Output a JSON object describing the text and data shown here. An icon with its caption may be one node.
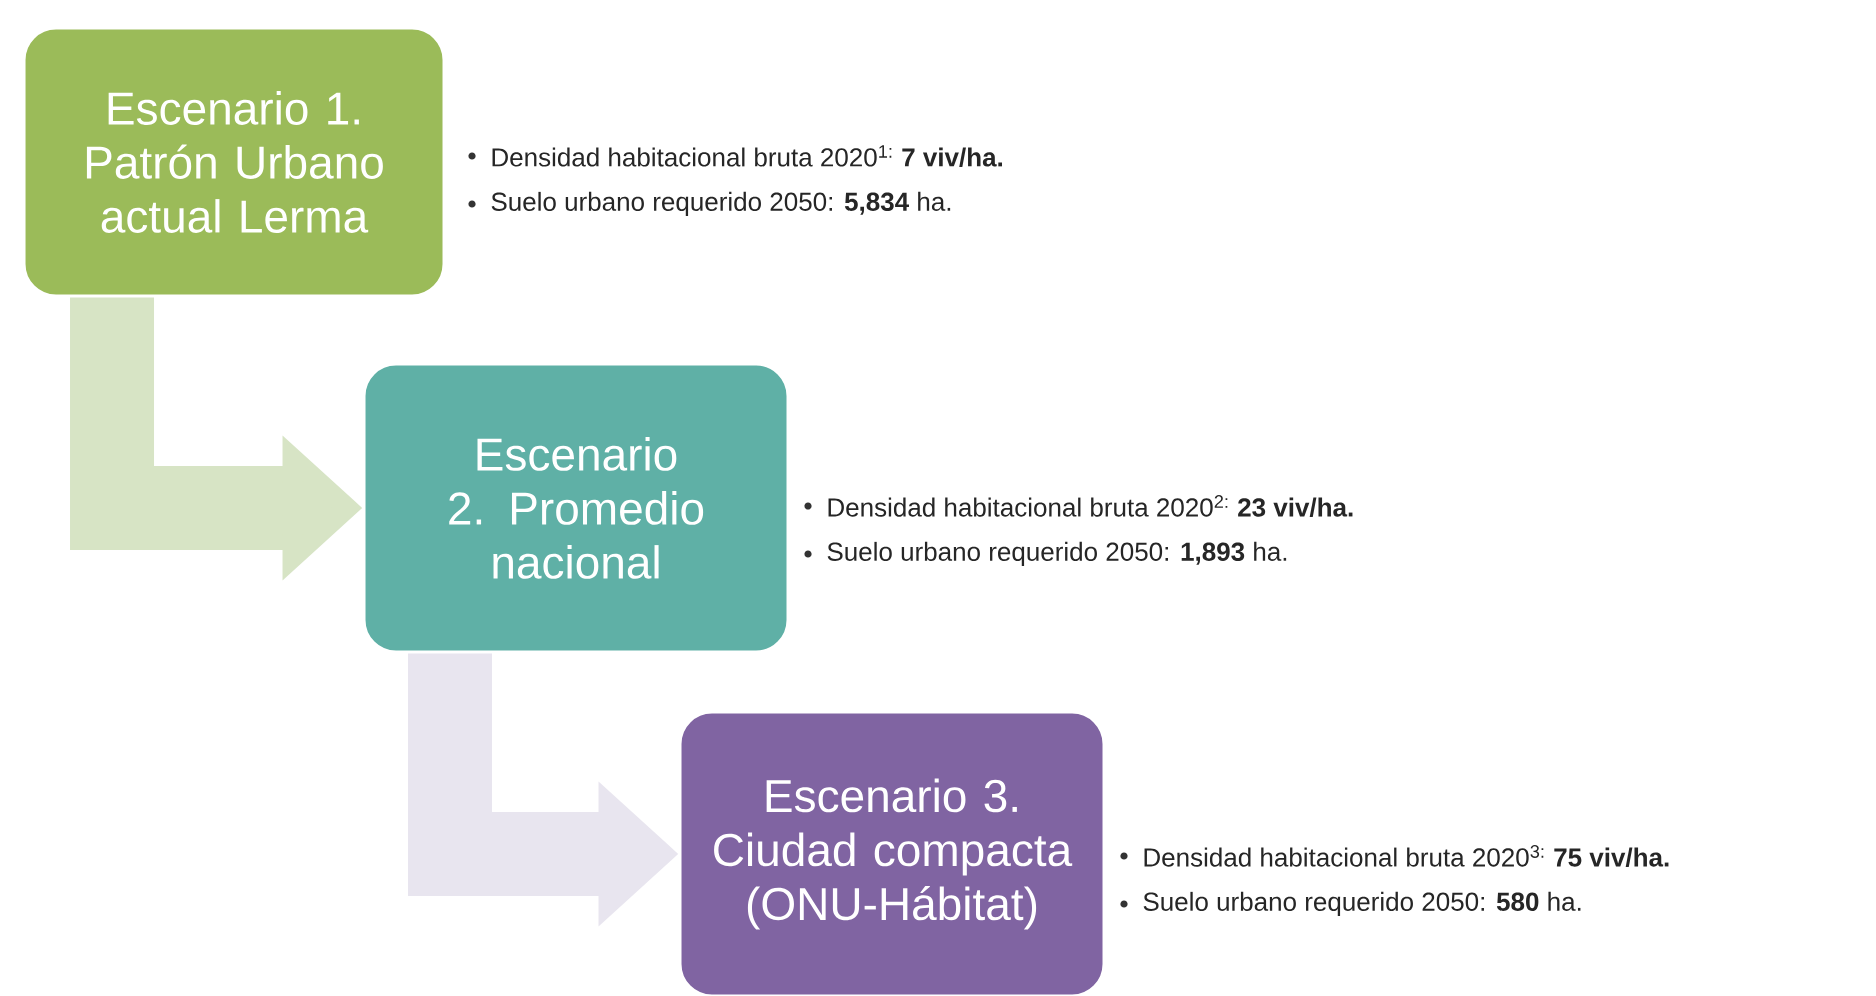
{
  "diagram": {
    "nodes": [
      {
        "text": [
          "Escenario 1. Patrón Urbano actual Lerma"
        ],
        "beside": [
          "Densidad habitacional bruta 2020$^{1:}$ **7 viv/ha.**",
          "Suelo urbano requerido 2050: **5,834** ha."
        ]
      },
      {
        "text": [
          "Escenario 2. Promedio nacional"
        ],
        "beside": [
          "Densidad habitacional bruta 2020$^{2:}$ **23 viv/ha.**",
          "Suelo urbano requerido 2050: **1,893** ha."
        ]
      },
      {
        "text": [
          "Escenario 3. Ciudad compacta (ONU-Hábitat)"
        ],
        "beside": [
          "Densidad habitacional bruta 2020$^{3:}$ **75 viv/ha.**",
          "Suelo urbano requerido 2050: **580** ha."
        ]
      }
    ],
    "edges": [
      {
        "from": 0,
        "to": 1,
        "arrow": "to",
        "color": "#d7e4c5"
      },
      {
        "from": 1,
        "to": 2,
        "arrow": "to",
        "color": "#e8e5ef"
      }
    ]
  }
}
